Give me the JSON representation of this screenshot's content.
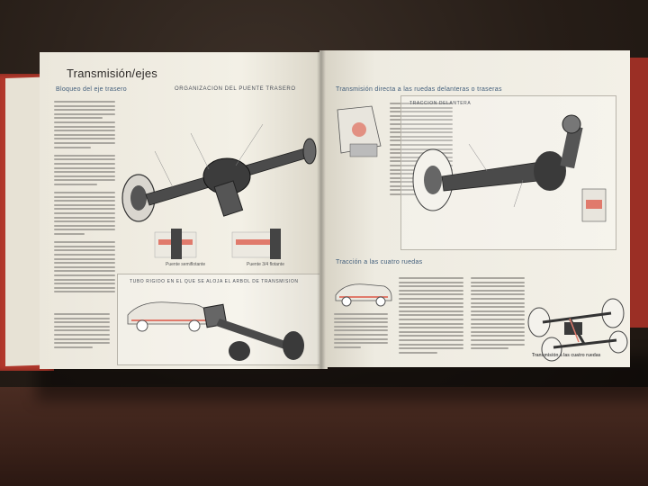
{
  "book": {
    "left_page": {
      "title": "Transmisión/ejes",
      "column_heading": "Bloqueo del eje trasero",
      "diagram_title": "ORGANIZACION DEL PUENTE TRASERO",
      "caption_1": "Puente semiflotante",
      "caption_2": "Puente 3/4 flotante",
      "bottom_diagram_title": "TUBO RIGIDO EN EL QUE SE ALOJA EL ARBOL DE TRANSMISION"
    },
    "right_page": {
      "heading_top": "Transmisión directa a las ruedas delanteras o traseras",
      "box_label": "TRACCION DELANTERA",
      "heading_bottom": "Tracción a las cuatro ruedas",
      "caption_bottom": "Transmisión a las cuatro ruedas"
    },
    "colors": {
      "cover": "#b2382c",
      "paper": "#f1eee4",
      "diagram_accent": "#e07a6c"
    }
  }
}
